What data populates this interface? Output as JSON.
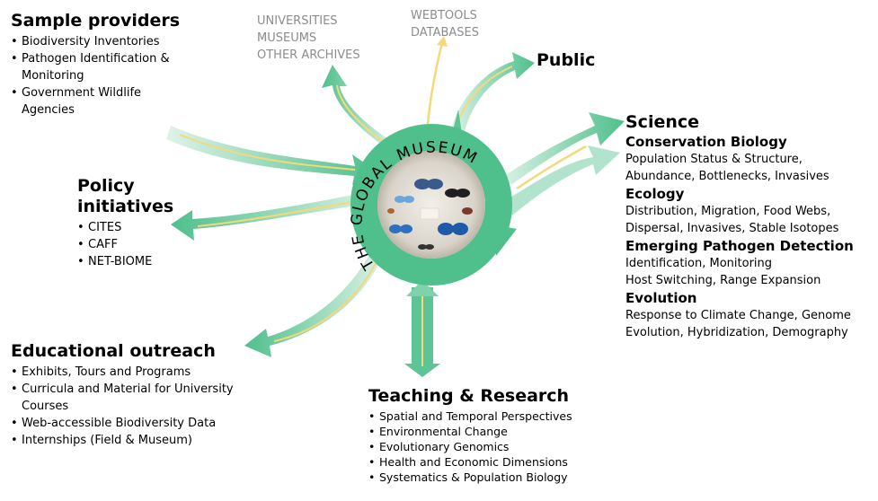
{
  "sample_providers": {
    "title": "Sample providers",
    "items": [
      "Biodiversity Inventories",
      "Pathogen Identification & Monitoring",
      "Government Wildlife Agencies"
    ]
  },
  "universities": {
    "lines": [
      "UNIVERSITIES",
      "MUSEUMS",
      "OTHER ARCHIVES"
    ]
  },
  "webtools": {
    "lines": [
      "WEBTOOLS",
      "DATABASES"
    ]
  },
  "public": {
    "title": "Public"
  },
  "policy": {
    "title_lines": [
      "Policy",
      "initiatives"
    ],
    "items": [
      "CITES",
      "CAFF",
      "NET-BIOME"
    ]
  },
  "center": {
    "text": "THE GLOBAL MUSEUM"
  },
  "science": {
    "title": "Science",
    "sections": [
      {
        "heading": "Conservation Biology",
        "lines": [
          "Population Status & Structure,",
          "Abundance, Bottlenecks, Invasives"
        ]
      },
      {
        "heading": "Ecology",
        "lines": [
          "Distribution, Migration, Food Webs,",
          "Dispersal, Invasives, Stable Isotopes"
        ]
      },
      {
        "heading": "Emerging Pathogen Detection",
        "lines": [
          "Identification, Monitoring",
          "Host Switching, Range Expansion"
        ]
      },
      {
        "heading": "Evolution",
        "lines": [
          "Response to Climate Change, Genome",
          "Evolution,  Hybridization, Demography"
        ]
      }
    ]
  },
  "education": {
    "title": "Educational outreach",
    "items": [
      "Exhibits, Tours and Programs",
      "Curricula and Material for University Courses",
      "Web-accessible Biodiversity Data",
      "Internships (Field & Museum)"
    ]
  },
  "teaching": {
    "title": "Teaching & Research",
    "items": [
      "Spatial and Temporal Perspectives",
      "Environmental Change",
      "Evolutionary Genomics",
      "Health and Economic Dimensions",
      "Systematics & Population Biology"
    ]
  },
  "colors": {
    "arrow": "#5cc495",
    "arrow_light": "#c7ecd9",
    "yellow": "#f3d97a",
    "ring": "#3fb57f"
  }
}
